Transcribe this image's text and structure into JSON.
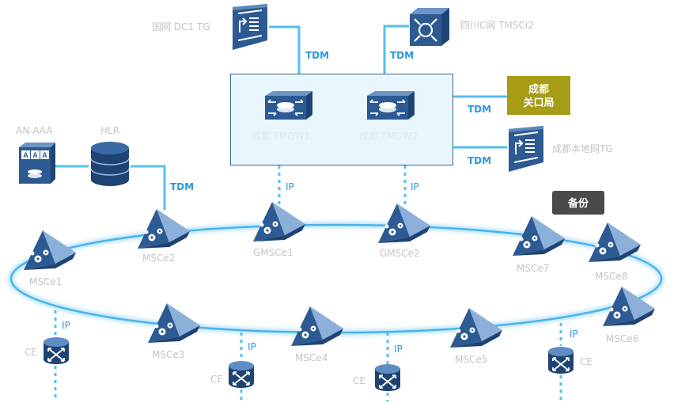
{
  "labels": {
    "ln_dc1_tg": "国网 DC1 TG",
    "ln_tmsc": "四川C网 TMSCi2",
    "cd_local_tg": "成都本地网TG",
    "anaaa": "AN-AAA",
    "hlr": "HLR",
    "mgw1": "成都 TMGW1",
    "mgw2": "成都 TMGW2",
    "msce1": "MSCe1",
    "msce2": "MSCe2",
    "gmsce1": "GMSCe1",
    "gmsce2": "GMSCe2",
    "msce3": "MSCe3",
    "msce4": "MSCe4",
    "msce5": "MSCe5",
    "msce6": "MSCe6",
    "msce7": "MSCe7",
    "msce8": "MSCe8",
    "ce": "CE",
    "tdm": "TDM",
    "ip": "IP"
  },
  "badges": {
    "chengdu_gateway": "成都\n关口局",
    "backup": "备份"
  },
  "colors": {
    "link": "#55bfef",
    "ring": "#4ab4ea",
    "gateway_badge": "#a69c15",
    "backup_badge": "#4a4a4a",
    "device_blue": "#2d5a92",
    "mgw_box_fill": "#eaf6fd",
    "mgw_box_border": "#3d6a88"
  },
  "icons": {
    "msce": "gear-prism-icon",
    "tg": "trunk-gateway-icon",
    "stp": "signal-transfer-icon",
    "aaa": "aaa-server-icon",
    "hlr": "database-icon",
    "mgw": "media-gateway-icon",
    "ce": "router-icon"
  }
}
